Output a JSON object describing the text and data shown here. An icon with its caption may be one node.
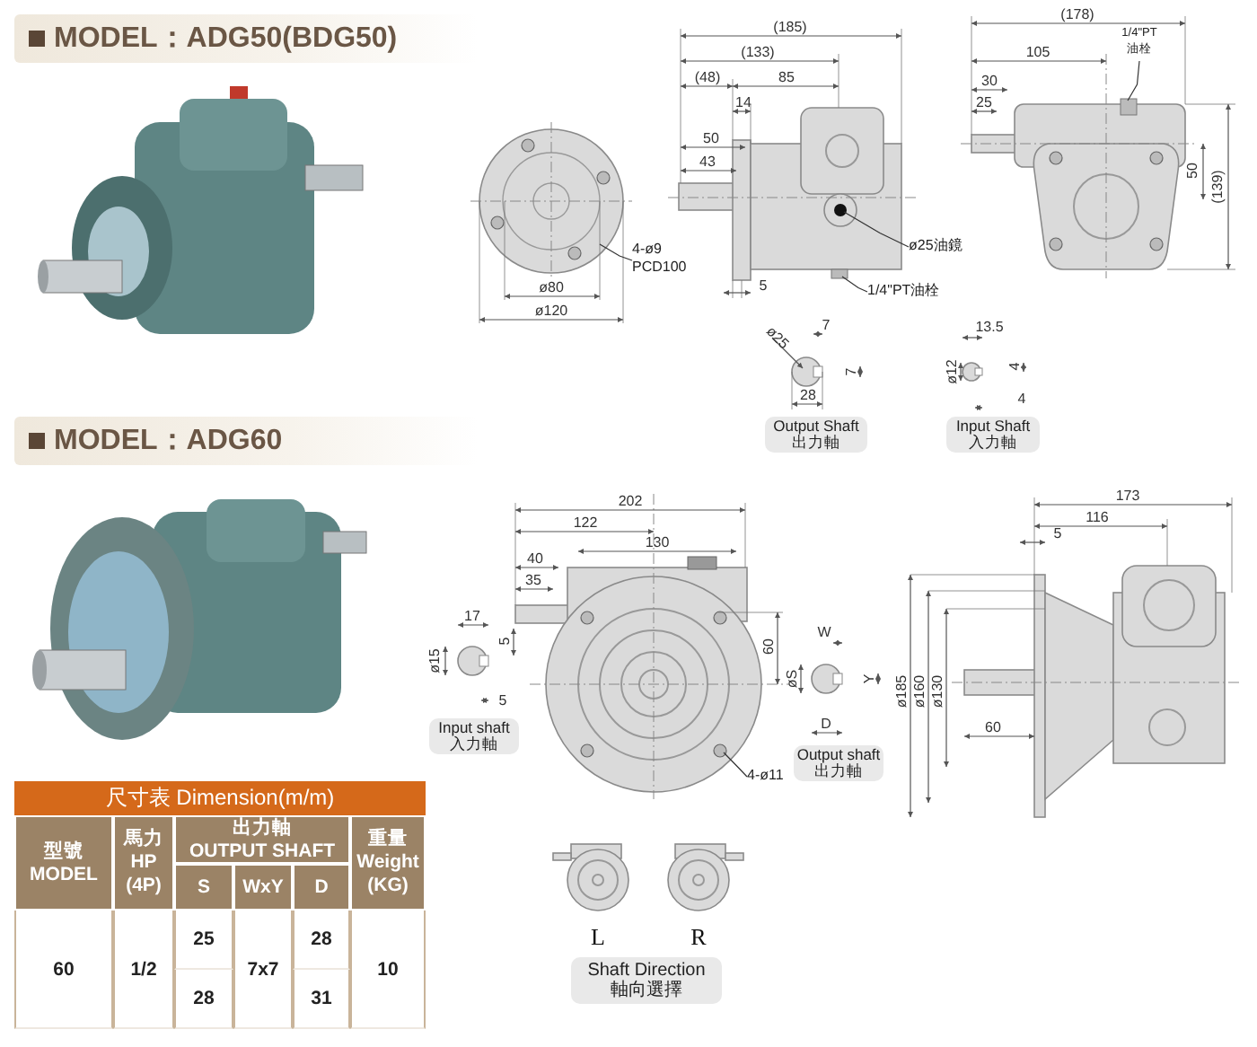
{
  "diagram": {
    "nodes": [
      {
        "text": [
          "MODEL：ADG50(BDG50)"
        ]
      },
      {
        "text": [
          "4-ø9 PCD100"
        ]
      },
      {
        "text": [
          "ø25油鏡"
        ]
      },
      {
        "text": [
          "1/4\"PT油栓"
        ]
      },
      {
        "text": [
          "1/4\"PT 油栓"
        ]
      },
      {
        "text": [
          "Output Shaft",
          "出力軸"
        ]
      },
      {
        "text": [
          "Input Shaft",
          "入力軸"
        ]
      },
      {
        "text": [
          "MODEL：ADG60"
        ]
      },
      {
        "text": [
          "Input shaft",
          "入力軸"
        ]
      },
      {
        "text": [
          "Output shaft",
          "出力軸"
        ]
      },
      {
        "text": [
          "4-ø11"
        ]
      },
      {
        "text": [
          "Shaft Direction",
          "軸向選擇"
        ]
      }
    ],
    "edges": [
      {
        "from": 1,
        "to": null,
        "arrow": "none"
      },
      {
        "from": 2,
        "to": null,
        "arrow": "none"
      },
      {
        "from": 3,
        "to": null,
        "arrow": "none"
      },
      {
        "from": 4,
        "to": null,
        "arrow": "none"
      },
      {
        "from": 10,
        "to": null,
        "arrow": "none"
      }
    ],
    "labels": [
      "ø80",
      "ø120",
      "(185)",
      "(133)",
      "(48)",
      "85",
      "14",
      "50",
      "43",
      "5",
      "(178)",
      "105",
      "30",
      "25",
      "50",
      "(139)",
      "ø25",
      "7",
      "7",
      "28",
      "13.5",
      "4",
      "ø12",
      "4",
      "202",
      "122",
      "130",
      "40",
      "35",
      "17",
      "ø15",
      "5",
      "5",
      "60",
      "W",
      "Y",
      "øS",
      "D",
      "173",
      "116",
      "5",
      "ø185",
      "ø160",
      "ø130",
      "60",
      "L",
      "R",
      "尺寸表 Dimension(m/m)",
      "型號 MODEL",
      "馬力 HP (4P)",
      "出力軸 OUTPUT SHAFT",
      "重量 Weight (KG)",
      "S",
      "WxY",
      "D",
      "60",
      "1/2",
      "25",
      "7x7",
      "28",
      "10",
      "28",
      "31"
    ]
  }
}
